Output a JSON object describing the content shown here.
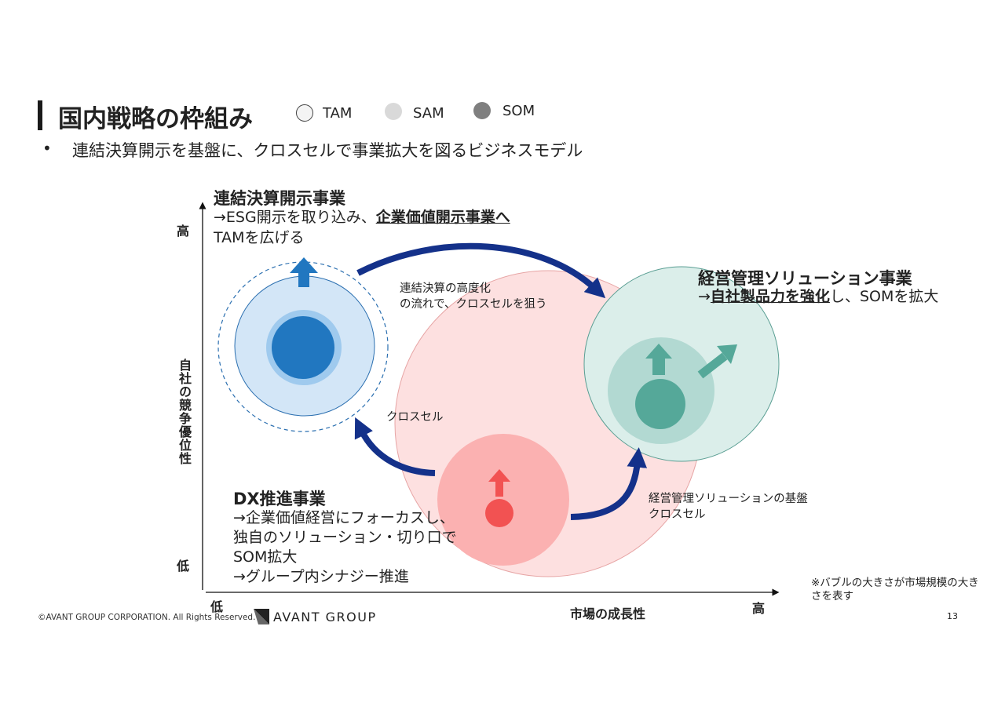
{
  "header": {
    "title": "国内戦略の枠組み",
    "legend": [
      {
        "label": "TAM",
        "color": "#f4f4f4"
      },
      {
        "label": "SAM",
        "color": "#d9d9d9"
      },
      {
        "label": "SOM",
        "color": "#7f7f7f"
      }
    ],
    "bullet": "•",
    "subtitle": "連結決算開示を基盤に、クロスセルで事業拡大を図るビジネスモデル"
  },
  "axes": {
    "y_title": "自社の競争優位性",
    "y_high": "高",
    "y_low": "低",
    "x_title": "市場の成長性",
    "x_low": "低",
    "x_high": "高"
  },
  "businesses": {
    "consolidated": {
      "title": "連結決算開示事業",
      "line1": "→ESG開示を取り込み、",
      "line1_emph": "企業価値開示事業へ",
      "line2": "TAMを広げる",
      "color": "#2177c0"
    },
    "management": {
      "title": "経営管理ソリューション事業",
      "arrow": "→",
      "line1_emph": "自社製品力を強化",
      "line1_rest": "し、SOMを拡大",
      "color": "#55a899"
    },
    "dx": {
      "title": "DX推進事業",
      "lines": [
        "→企業価値経営にフォーカスし、",
        "独自のソリューション・切り口で",
        "SOM拡大",
        "→グループ内シナジー推進"
      ],
      "color": "#f25252"
    }
  },
  "annotations": {
    "top_arrow": [
      "連結決算の高度化",
      "の流れで、クロスセルを狙う"
    ],
    "left_arrow": "クロスセル",
    "right_arrow": [
      "経営管理ソリューションの基盤",
      "クロスセル"
    ],
    "bubble_note": [
      "※バブルの大きさが市場規模の大き",
      "さを表す"
    ]
  },
  "footer": {
    "copyright": "©AVANT GROUP CORPORATION. All Rights Reserved.",
    "logo": "AVANT GROUP",
    "page": "13"
  }
}
